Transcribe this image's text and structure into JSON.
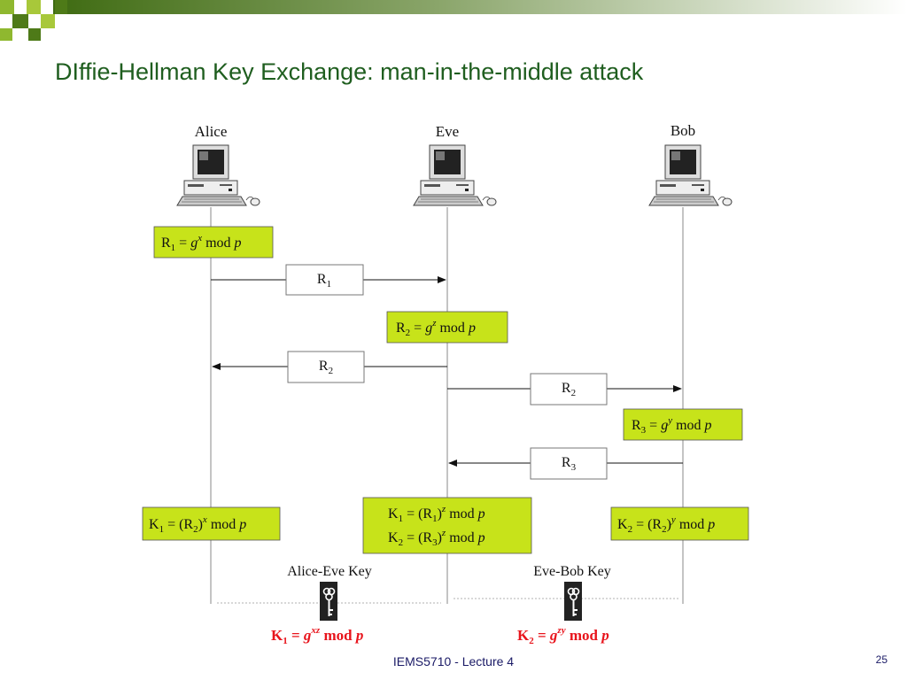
{
  "slide": {
    "title": "DIffie-Hellman Key Exchange: man-in-the-middle attack",
    "footer": "IEMS5710 - Lecture 4",
    "page_number": "25"
  },
  "colors": {
    "title": "#1f5e1f",
    "formula_box": "#c7e31a",
    "key_formula": "#e8141c",
    "header_square_dark": "#4e7a18",
    "header_square_light": "#a8c83a"
  },
  "participants": {
    "alice": "Alice",
    "eve": "Eve",
    "bob": "Bob"
  },
  "formulas": {
    "alice_r1": {
      "r": "R",
      "r_sub": "1",
      "eq": " = ",
      "g": "g",
      "exp": "x",
      "mod": " mod ",
      "p": "p"
    },
    "eve_r2": {
      "r": "R",
      "r_sub": "2",
      "eq": " = ",
      "g": "g",
      "exp": "z",
      "mod": " mod ",
      "p": "p"
    },
    "bob_r3": {
      "r": "R",
      "r_sub": "3",
      "eq": " = ",
      "g": "g",
      "exp": "y",
      "mod": " mod ",
      "p": "p"
    },
    "alice_k1": {
      "k": "K",
      "k_sub": "1",
      "eq": " = (R",
      "r_sub": "2",
      "close": ")",
      "exp": "x",
      "mod": " mod ",
      "p": "p"
    },
    "eve_k1": {
      "k": "K",
      "k_sub": "1",
      "eq": " = (R",
      "r_sub": "1",
      "close": ")",
      "exp": "z",
      "mod": " mod ",
      "p": "p"
    },
    "eve_k2": {
      "k": "K",
      "k_sub": "2",
      "eq": " = (R",
      "r_sub": "3",
      "close": ")",
      "exp": "z",
      "mod": " mod ",
      "p": "p"
    },
    "bob_k2": {
      "k": "K",
      "k_sub": "2",
      "eq": " = (R",
      "r_sub": "2",
      "close": ")",
      "exp": "y",
      "mod": " mod ",
      "p": "p"
    }
  },
  "messages": {
    "alice_to_eve": {
      "r": "R",
      "sub": "1"
    },
    "eve_to_alice": {
      "r": "R",
      "sub": "2"
    },
    "eve_to_bob": {
      "r": "R",
      "sub": "2"
    },
    "bob_to_eve": {
      "r": "R",
      "sub": "3"
    }
  },
  "shared_keys": {
    "alice_eve": {
      "label": "Alice-Eve Key",
      "k": "K",
      "k_sub": "1",
      "eq": " = ",
      "g": "g",
      "exp": "xz",
      "mod": " mod ",
      "p": "p",
      "icon": "key-icon"
    },
    "eve_bob": {
      "label": "Eve-Bob Key",
      "k": "K",
      "k_sub": "2",
      "eq": " = ",
      "g": "g",
      "exp": "zy",
      "mod": " mod ",
      "p": "p",
      "icon": "key-icon"
    }
  }
}
